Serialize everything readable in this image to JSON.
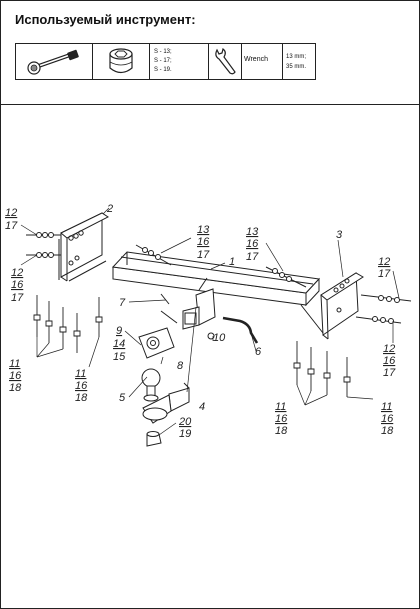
{
  "tools": {
    "title": "Используемый инструмент:",
    "socket_sizes": [
      "S - 13;",
      "S - 17;",
      "S - 19."
    ],
    "wrench_label": "Wrench",
    "wrench_sizes": [
      "13 mm;",
      "35 mm."
    ]
  },
  "icons": [
    "ratchet-icon",
    "socket-head-icon",
    "wrench-icon"
  ],
  "callouts": {
    "c1": "1",
    "c2": "2",
    "c3": "3",
    "c4": "4",
    "c5": "5",
    "c6": "6",
    "c7": "7",
    "c8": "8",
    "c9": "9",
    "c14": "14",
    "c15": "15",
    "c10": "10",
    "left_top_12": "12",
    "left_top_17": "17",
    "left_mid_12": "12",
    "left_mid_16": "16",
    "left_mid_17": "17",
    "top_13": "13",
    "top_16": "16",
    "top_17": "17",
    "right_top_13": "13",
    "right_top_16": "16",
    "right_top_17": "17",
    "right_12": "12",
    "right_17": "17",
    "right_low_12": "12",
    "right_low_16": "16",
    "right_low_17": "17",
    "left_bolt_11": "11",
    "left_bolt_16": "16",
    "left_bolt_18": "18",
    "left_bolt2_11": "11",
    "left_bolt2_16": "16",
    "left_bolt2_18": "18",
    "right_bolt_11": "11",
    "right_bolt_16": "16",
    "right_bolt_18": "18",
    "right_bolt2_11": "11",
    "right_bolt2_16": "16",
    "right_bolt2_18": "18",
    "c20": "20",
    "c19": "19"
  }
}
